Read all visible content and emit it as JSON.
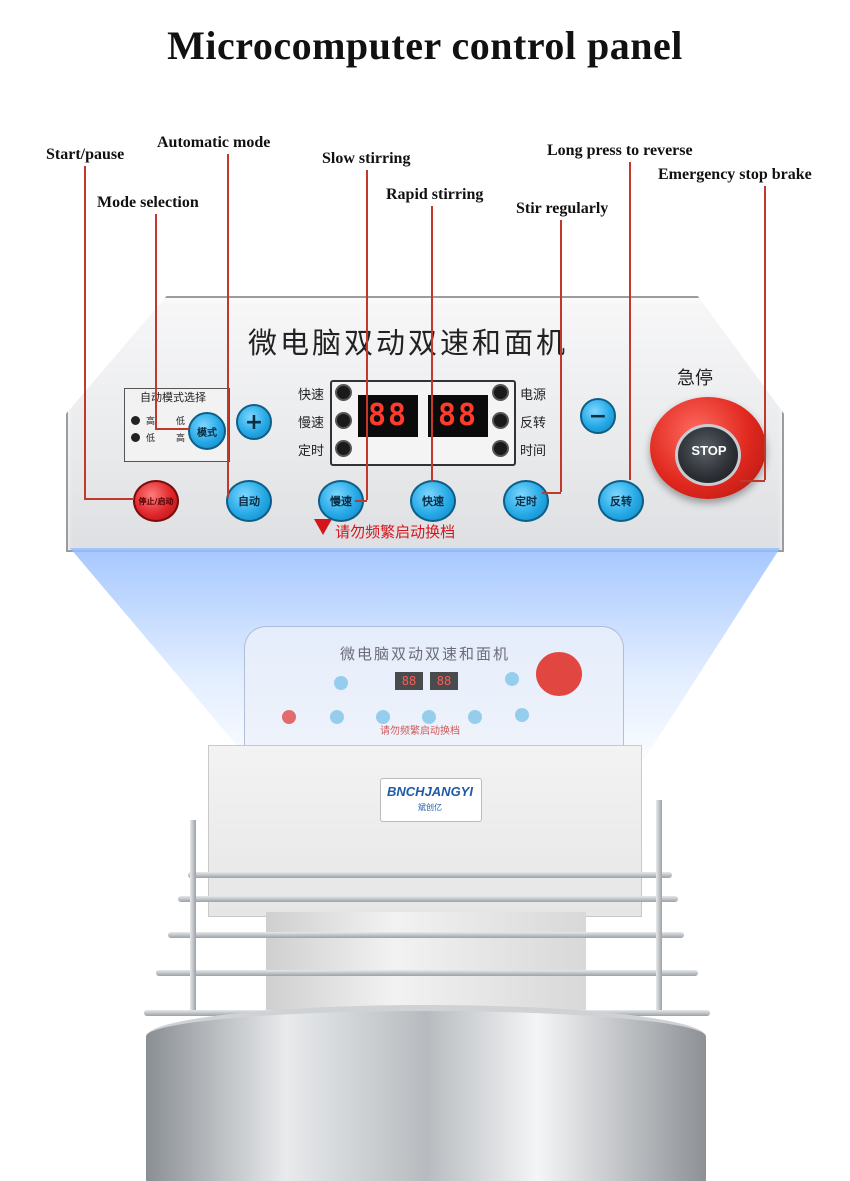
{
  "title": "Microcomputer control panel",
  "callouts": {
    "start_pause": "Start/pause",
    "automatic_mode": "Automatic mode",
    "mode_selection": "Mode selection",
    "slow_stirring": "Slow stirring",
    "rapid_stirring": "Rapid stirring",
    "long_press_reverse": "Long press to reverse",
    "stir_regularly": "Stir regularly",
    "emergency_stop": "Emergency stop brake"
  },
  "panel": {
    "title": "微电脑双动双速和面机",
    "mode_box_title": "自动模式选择",
    "mode_high": "高",
    "mode_low": "低",
    "left_labels": [
      "快速",
      "慢速",
      "定时"
    ],
    "right_labels": [
      "电源",
      "反转",
      "时间"
    ],
    "display_left": "88",
    "display_right": "88",
    "estop_label": "急停",
    "stop_text": "STOP",
    "warning": "请勿频繁启动换档",
    "buttons": {
      "start": "停止/启动",
      "mode": "模式",
      "plus": "+",
      "minus": "−",
      "auto": "自动",
      "slow": "慢速",
      "fast": "快速",
      "timer": "定时",
      "reverse": "反转"
    }
  },
  "brand": {
    "name": "BNCHJANGYI",
    "sub": "斌创亿"
  }
}
